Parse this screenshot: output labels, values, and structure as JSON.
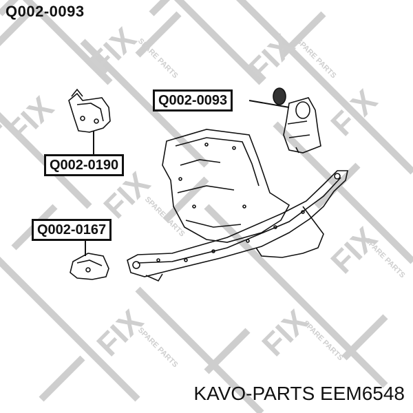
{
  "header": {
    "part_code": "Q002-0093"
  },
  "callouts": {
    "top_right": "Q002-0093",
    "left_upper": "Q002-0190",
    "left_lower": "Q002-0167"
  },
  "watermark": {
    "logo": "FIX",
    "tagline": "SPARE PARTS"
  },
  "footer": {
    "brand": "KAVO-PARTS",
    "part_number": "EEM6548"
  },
  "colors": {
    "ink": "#111111",
    "watermark_line": "#c9c9c9",
    "background": "#ffffff"
  },
  "icons": [
    "engine-block-sketch",
    "subframe-crossmember-sketch",
    "engine-mount-sketch"
  ]
}
